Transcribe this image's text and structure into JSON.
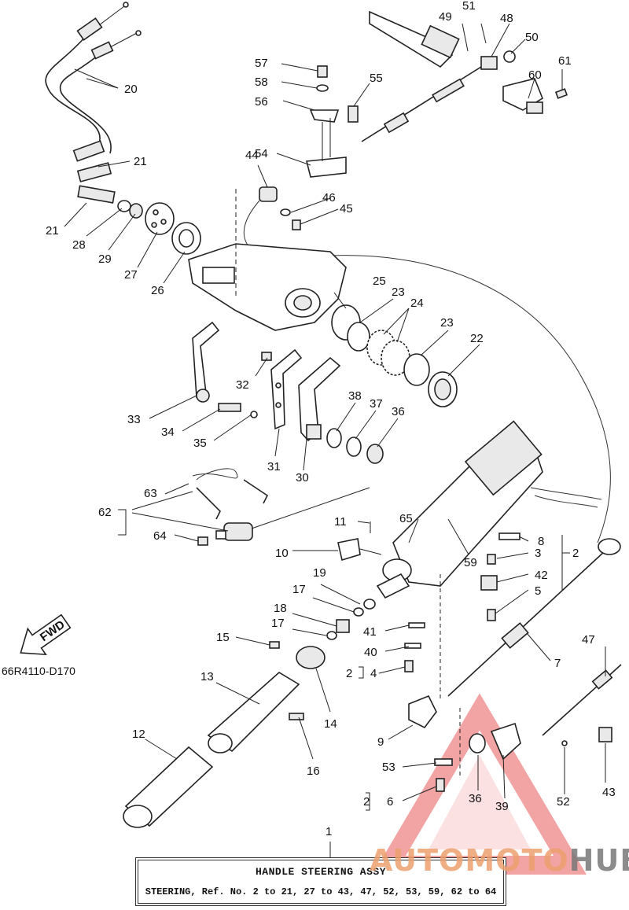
{
  "diagram": {
    "callouts": [
      "1",
      "2",
      "3",
      "4",
      "5",
      "6",
      "7",
      "8",
      "9",
      "10",
      "11",
      "12",
      "13",
      "14",
      "15",
      "16",
      "17",
      "18",
      "19",
      "20",
      "21",
      "22",
      "23",
      "24",
      "25",
      "26",
      "27",
      "28",
      "29",
      "30",
      "31",
      "32",
      "33",
      "34",
      "35",
      "36",
      "37",
      "38",
      "39",
      "40",
      "41",
      "42",
      "43",
      "44",
      "45",
      "46",
      "47",
      "48",
      "49",
      "50",
      "51",
      "52",
      "53",
      "54",
      "55",
      "56",
      "57",
      "58",
      "59",
      "60",
      "61",
      "62",
      "63",
      "64",
      "65"
    ],
    "code": "66R4110-D170",
    "fwd_label": "FWD"
  },
  "caption": {
    "number": "1",
    "title": "HANDLE STEERING ASSY",
    "text": "STEERING, Ref. No. 2 to 21, 27 to 43, 47, 52, 53, 59, 62 to 64"
  },
  "watermark": {
    "part_a": "AUTOMOTO",
    "part_b": "HUB",
    "color_a": "#eca06e",
    "color_b": "#787878",
    "triangle_color": "#e85a5a"
  }
}
